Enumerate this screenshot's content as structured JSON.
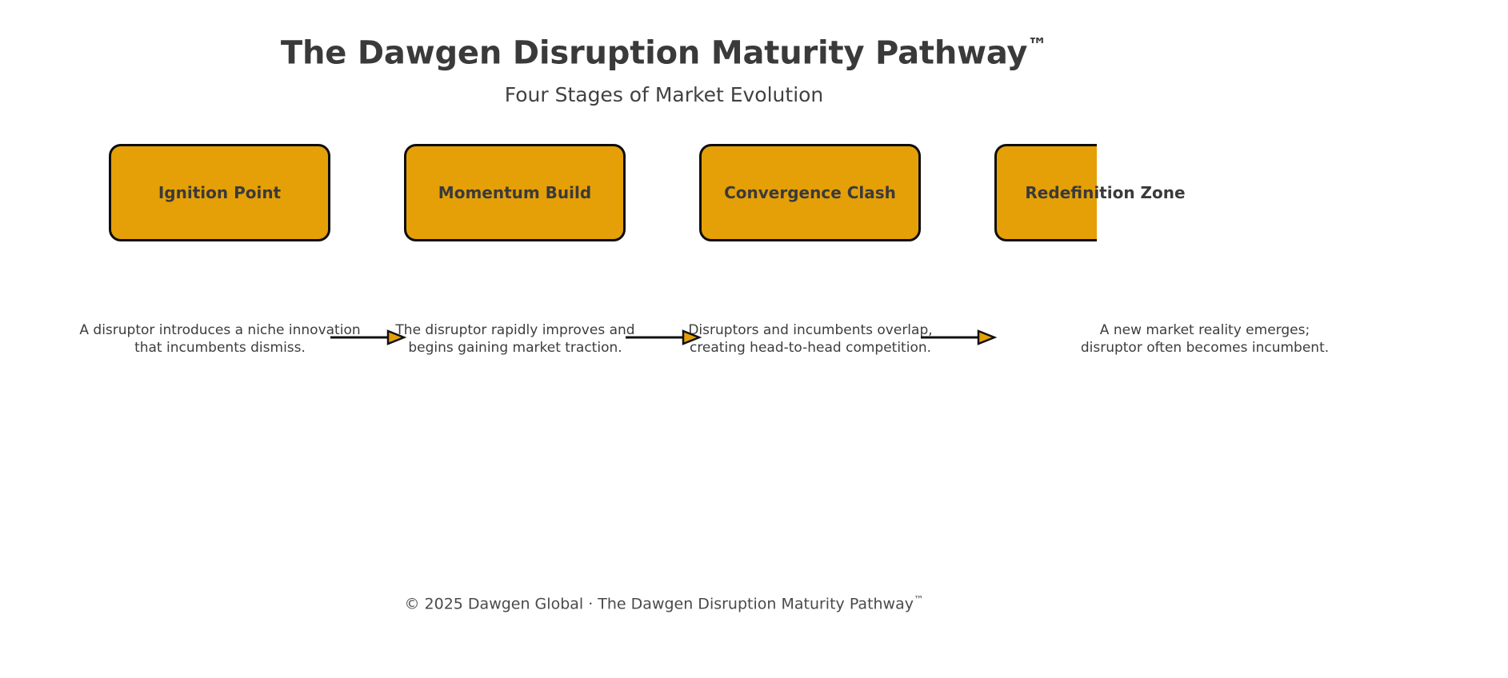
{
  "header": {
    "title": "The Dawgen Disruption Maturity Pathway",
    "title_trademark": "™",
    "subtitle": "Four Stages of Market Evolution"
  },
  "diagram": {
    "type": "process-flow",
    "orientation": "horizontal",
    "stage_count": 4,
    "box_fill_color": "#e5a007",
    "box_border_color": "#0d0d0d",
    "arrow_color": "#111111",
    "arrowhead_fill_color": "#e5a007",
    "text_color": "#3a3a3a",
    "stages": [
      {
        "index": 1,
        "label": "Ignition Point",
        "caption": "A disruptor introduces a niche innovation\nthat incumbents dismiss.",
        "clipped": false
      },
      {
        "index": 2,
        "label": "Momentum Build",
        "caption": "The disruptor rapidly improves and\nbegins gaining market traction.",
        "clipped": false
      },
      {
        "index": 3,
        "label": "Convergence Clash",
        "caption": "Disruptors and incumbents overlap,\ncreating head-to-head competition.",
        "clipped": false
      },
      {
        "index": 4,
        "label": "Redefinition Zone",
        "caption": "A new market reality emerges;\ndisruptor often becomes incumbent.",
        "clipped": true
      }
    ],
    "connectors": [
      {
        "from": "Ignition Point",
        "to": "Momentum Build",
        "glyph": "arrow-right"
      },
      {
        "from": "Momentum Build",
        "to": "Convergence Clash",
        "glyph": "arrow-right"
      },
      {
        "from": "Convergence Clash",
        "to": "Redefinition Zone",
        "glyph": "arrow-right"
      }
    ]
  },
  "footer": {
    "text": "© 2025 Dawgen Global · The Dawgen Disruption Maturity Pathway",
    "trademark": "™"
  }
}
